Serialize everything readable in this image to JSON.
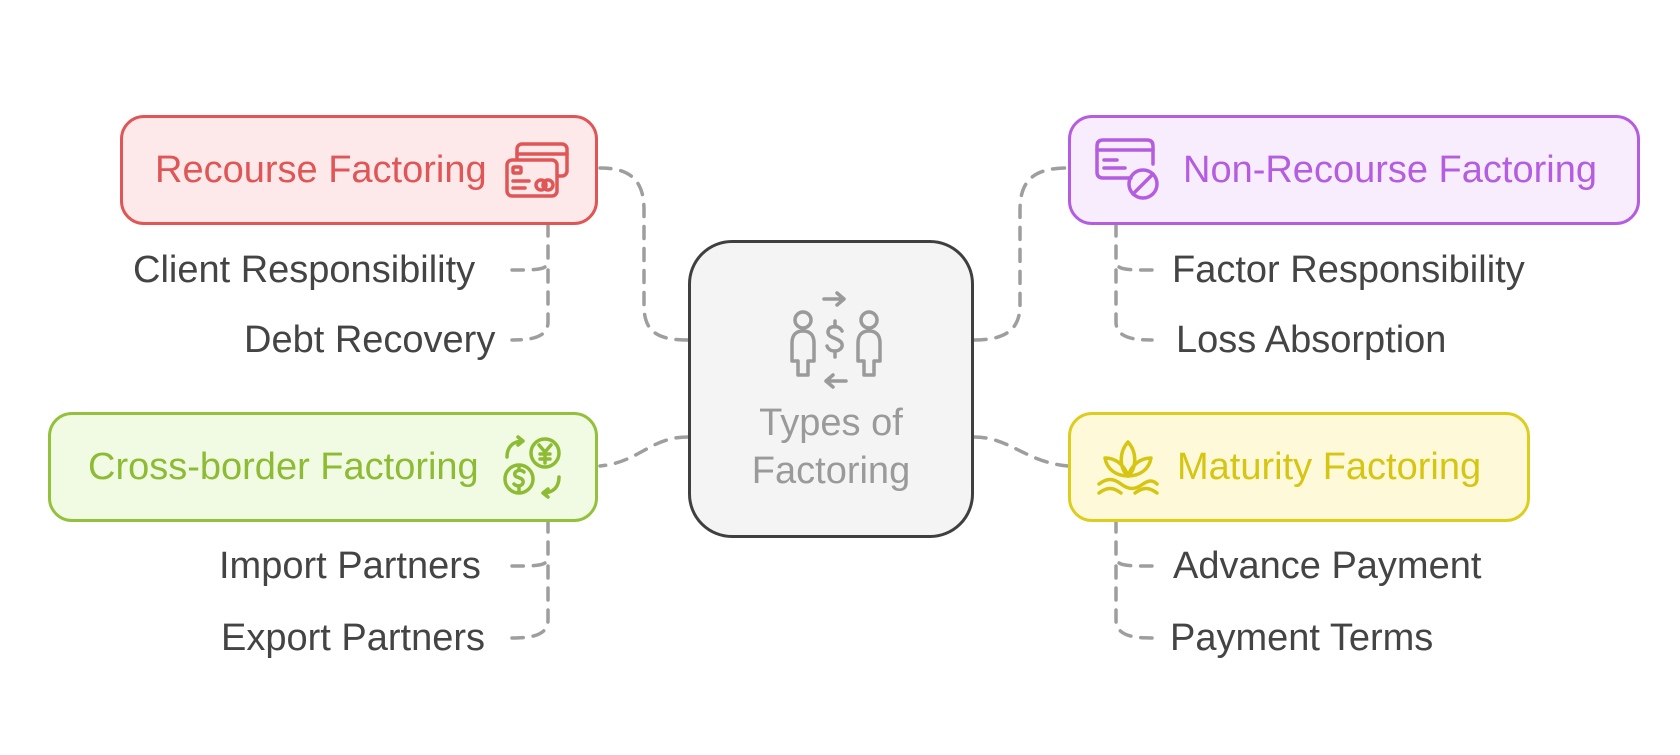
{
  "center": {
    "title_line1": "Types of",
    "title_line2": "Factoring",
    "icon": "money-exchange-people-icon"
  },
  "colors": {
    "connector": "#9e9e9e",
    "recourse": {
      "border": "#e05555",
      "fill": "#fde9e9",
      "text": "#e05555"
    },
    "non_recourse": {
      "border": "#b45de0",
      "fill": "#f8edfd",
      "text": "#b45de0"
    },
    "cross_border": {
      "border": "#93c13c",
      "fill": "#f1fbe3",
      "text": "#8dbb33"
    },
    "maturity": {
      "border": "#dccd1e",
      "fill": "#fdf9d9",
      "text": "#d6c613"
    }
  },
  "branches": {
    "recourse": {
      "label": "Recourse Factoring",
      "icon": "credit-cards-icon",
      "items": [
        "Client Responsibility",
        "Debt Recovery"
      ]
    },
    "non_recourse": {
      "label": "Non-Recourse Factoring",
      "icon": "blocked-card-icon",
      "items": [
        "Factor Responsibility",
        "Loss Absorption"
      ]
    },
    "cross_border": {
      "label": "Cross-border Factoring",
      "icon": "currency-exchange-icon",
      "items": [
        "Import Partners",
        "Export Partners"
      ]
    },
    "maturity": {
      "label": "Maturity Factoring",
      "icon": "plant-growth-icon",
      "items": [
        "Advance Payment",
        "Payment Terms"
      ]
    }
  }
}
